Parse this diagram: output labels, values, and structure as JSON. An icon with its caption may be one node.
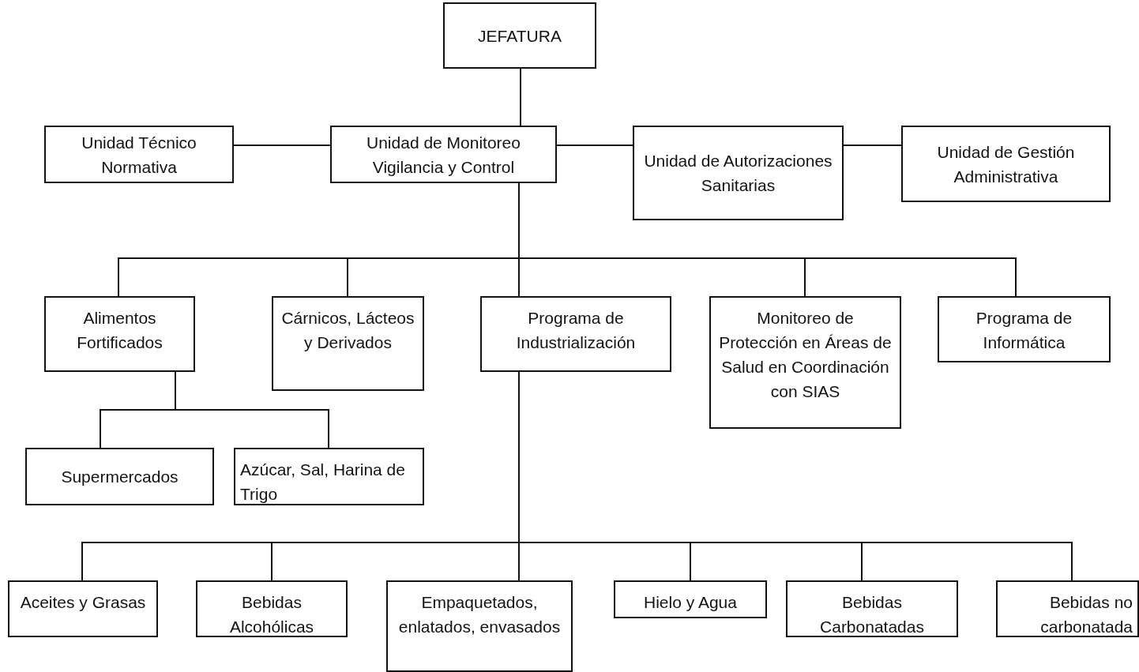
{
  "diagram": {
    "nodes": [
      {
        "text": [
          "JEFATURA"
        ]
      },
      {
        "text": [
          "Unidad Técnico Normativa"
        ]
      },
      {
        "text": [
          "Unidad de Monitoreo Vigilancia y Control"
        ]
      },
      {
        "text": [
          "Unidad de Autorizaciones Sanitarias"
        ]
      },
      {
        "text": [
          "Unidad de Gestión Administrativa"
        ]
      },
      {
        "text": [
          "Alimentos Fortificados"
        ]
      },
      {
        "text": [
          "Cárnicos, Lácteos y Derivados"
        ]
      },
      {
        "text": [
          "Programa de Industrialización"
        ]
      },
      {
        "text": [
          "Monitoreo de Protección en Áreas de Salud en Coordinación con SIAS"
        ]
      },
      {
        "text": [
          "Programa de Informática"
        ]
      },
      {
        "text": [
          "Supermercados"
        ]
      },
      {
        "text": [
          "Azúcar, Sal, Harina de Trigo"
        ]
      },
      {
        "text": [
          "Aceites y Grasas"
        ]
      },
      {
        "text": [
          "Bebidas Alcohólicas"
        ]
      },
      {
        "text": [
          "Empaquetados, enlatados, envasados"
        ]
      },
      {
        "text": [
          "Hielo y Agua"
        ]
      },
      {
        "text": [
          "Bebidas Carbonatadas"
        ]
      },
      {
        "text": [
          "Bebidas no carbonatada"
        ]
      }
    ],
    "edges": [
      {
        "from": 0,
        "to": 2,
        "arrow": "none"
      },
      {
        "from": 1,
        "to": 2,
        "arrow": "none"
      },
      {
        "from": 2,
        "to": 3,
        "arrow": "none"
      },
      {
        "from": 3,
        "to": 4,
        "arrow": "none"
      },
      {
        "from": 2,
        "to": 5,
        "arrow": "none"
      },
      {
        "from": 2,
        "to": 6,
        "arrow": "none"
      },
      {
        "from": 2,
        "to": 7,
        "arrow": "none"
      },
      {
        "from": 2,
        "to": 8,
        "arrow": "none"
      },
      {
        "from": 2,
        "to": 9,
        "arrow": "none"
      },
      {
        "from": 5,
        "to": 10,
        "arrow": "none"
      },
      {
        "from": 5,
        "to": 11,
        "arrow": "none"
      },
      {
        "from": 7,
        "to": 12,
        "arrow": "none"
      },
      {
        "from": 7,
        "to": 13,
        "arrow": "none"
      },
      {
        "from": 7,
        "to": 14,
        "arrow": "none"
      },
      {
        "from": 7,
        "to": 15,
        "arrow": "none"
      },
      {
        "from": 7,
        "to": 16,
        "arrow": "none"
      },
      {
        "from": 7,
        "to": 17,
        "arrow": "none"
      }
    ]
  }
}
